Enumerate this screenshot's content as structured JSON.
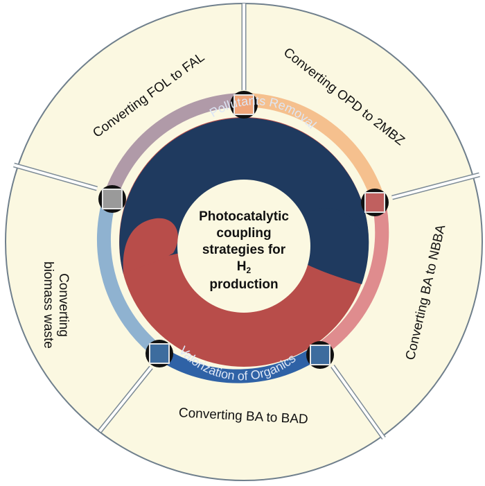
{
  "center": {
    "line1": "Photocatalytic",
    "line2": "coupling",
    "line3": "strategies for",
    "line4_main": "H",
    "line4_sub": "2",
    "line5": "production"
  },
  "arcs": {
    "top": "Pollutants Removal",
    "bottom": "Valorization of Organics"
  },
  "segments": [
    {
      "id": "fol-fal",
      "label": "Converting FOL to FAL"
    },
    {
      "id": "opd-2mbz",
      "label": "Converting OPD to 2MBZ"
    },
    {
      "id": "ba-nbba",
      "label": "Converting BA to NBBA"
    },
    {
      "id": "ba-bad",
      "label": "Converting BA to BAD"
    },
    {
      "id": "biomass",
      "label_line1": "Converting",
      "label_line2": "biomass waste"
    }
  ],
  "colors": {
    "outer_fill": "#fbf8e1",
    "navy": "#1f3a5f",
    "brick": "#b84d4a",
    "ring_purple": "#b09aa8",
    "ring_orange": "#f5c08e",
    "ring_pink": "#df8c8e",
    "ring_blue": "#2f62a6",
    "ring_lightblue": "#8fb2d0"
  }
}
